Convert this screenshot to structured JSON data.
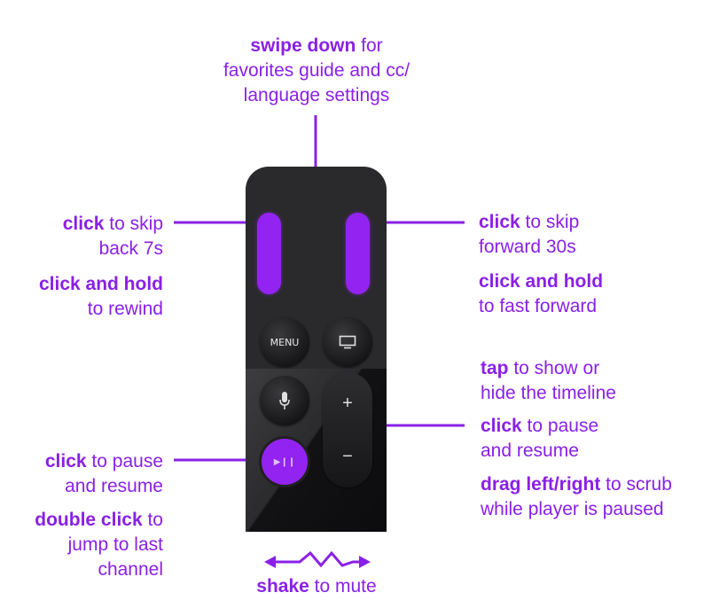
{
  "top_label": {
    "bold": "swipe down",
    "line1_rest": " for",
    "line2": "favorites guide and cc/",
    "line3": "language settings"
  },
  "left_skip": {
    "bold": "click",
    "rest": " to skip",
    "line2": "back 7s"
  },
  "left_hold": {
    "bold": "click and hold",
    "line2": "to rewind"
  },
  "right_skip": {
    "bold": "click",
    "rest": " to skip",
    "line2": "forward 30s"
  },
  "right_hold": {
    "bold": "click and hold",
    "line2": "to fast forward"
  },
  "tap": {
    "bold": "tap",
    "rest": " to show or",
    "line2": "hide the timeline"
  },
  "right_pause": {
    "bold": "click",
    "rest": " to pause",
    "line2": "and resume"
  },
  "drag": {
    "bold": "drag left/right",
    "rest": " to scrub",
    "line2": "while player is paused"
  },
  "left_pause": {
    "bold": "click",
    "rest": " to pause",
    "line2": "and resume"
  },
  "double_click": {
    "bold": "double click",
    "rest": " to",
    "line2": "jump to last",
    "line3": "channel"
  },
  "shake": {
    "bold": "shake",
    "rest": " to mute"
  },
  "remote": {
    "menu_label": "MENU",
    "tv_icon": "tv-icon",
    "mic_icon": "microphone-icon",
    "vol_up": "+",
    "vol_down": "−",
    "play_icon": "play-pause-icon"
  },
  "colors": {
    "accent": "#8a20e6",
    "remote_body": "#2a2a2c"
  }
}
